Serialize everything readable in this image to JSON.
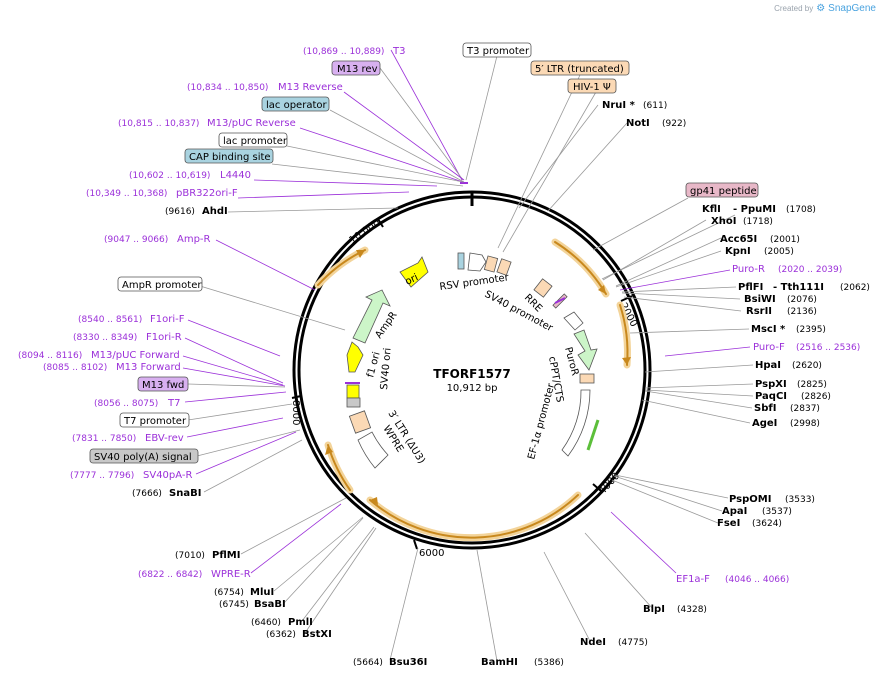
{
  "watermark": {
    "prefix": "Created by",
    "brand": "SnapGene",
    "brand_color": "#4aa3df"
  },
  "plasmid": {
    "name": "TFORF1577",
    "length_label": "10,912 bp",
    "length_bp": 10912
  },
  "colors": {
    "primer": "#9b30d9",
    "primer_box": "#d8b0f0",
    "blue_box": "#a9d3e0",
    "orange_box": "#fbd9b5",
    "grey_box": "#c8c8c8",
    "pink_box": "#e8b8c8",
    "feature_green": "#ccf5c8",
    "feature_yellow": "#ffff00",
    "orange_arc": "#d79b2a"
  },
  "tick_labels": [
    "2000",
    "4000",
    "6000",
    "8000",
    "10,000"
  ],
  "labels": {
    "T3": {
      "name": "T3",
      "range": "(10,869 .. 10,889)"
    },
    "M13rev": {
      "name": "M13 rev"
    },
    "T3promoter": {
      "name": "T3 promoter"
    },
    "LTRtrunc": {
      "name": "5′ LTR (truncated)"
    },
    "HIV1psi": {
      "name": "HIV-1 Ψ"
    },
    "M13Reverse": {
      "name": "M13 Reverse",
      "range": "(10,834 .. 10,850)"
    },
    "lacOperator": {
      "name": "lac operator"
    },
    "NruI": {
      "name": "NruI *",
      "pos": "(611)"
    },
    "M13pUCRev": {
      "name": "M13/pUC Reverse",
      "range": "(10,815 .. 10,837)"
    },
    "NotI": {
      "name": "NotI",
      "pos": "(922)"
    },
    "lacPromoter": {
      "name": "lac promoter"
    },
    "CAP": {
      "name": "CAP binding site"
    },
    "L4440": {
      "name": "L4440",
      "range": "(10,602 .. 10,619)"
    },
    "gp41": {
      "name": "gp41 peptide"
    },
    "pBR322": {
      "name": "pBR322ori-F",
      "range": "(10,349 .. 10,368)"
    },
    "KflI": {
      "name": "KflI",
      "pos": ""
    },
    "PpuMI": {
      "name": "- PpuMI",
      "pos": "(1708)"
    },
    "AhdI": {
      "name": "AhdI",
      "pos": "(9616)"
    },
    "XhoI": {
      "name": "XhoI",
      "pos": "(1718)"
    },
    "Acc65I": {
      "name": "Acc65I",
      "pos": "(2001)"
    },
    "AmpR_primer": {
      "name": "Amp-R",
      "range": "(9047 .. 9066)"
    },
    "KpnI": {
      "name": "KpnI",
      "pos": "(2005)"
    },
    "PuroR_primer": {
      "name": "Puro-R",
      "range": "(2020 .. 2039)"
    },
    "AmpRpromoter": {
      "name": "AmpR promoter"
    },
    "PflFI": {
      "name": "PflFI",
      "pos": ""
    },
    "Tth111I": {
      "name": "- Tth111I",
      "pos": "(2062)"
    },
    "BsiWI": {
      "name": "BsiWI",
      "pos": "(2076)"
    },
    "RsrII": {
      "name": "RsrII",
      "pos": "(2136)"
    },
    "F1oriF": {
      "name": "F1ori-F",
      "range": "(8540 .. 8561)"
    },
    "F1oriR": {
      "name": "F1ori-R",
      "range": "(8330 .. 8349)"
    },
    "MscI": {
      "name": "MscI *",
      "pos": "(2395)"
    },
    "M13pUCFwd": {
      "name": "M13/pUC Forward",
      "range": "(8094 .. 8116)"
    },
    "PuroF": {
      "name": "Puro-F",
      "range": "(2516 .. 2536)"
    },
    "M13Forward": {
      "name": "M13 Forward",
      "range": "(8085 .. 8102)"
    },
    "HpaI": {
      "name": "HpaI",
      "pos": "(2620)"
    },
    "M13fwd": {
      "name": "M13 fwd"
    },
    "PspXI": {
      "name": "PspXI",
      "pos": "(2825)"
    },
    "T7": {
      "name": "T7",
      "range": "(8056 .. 8075)"
    },
    "PaqCI": {
      "name": "PaqCI",
      "pos": "(2826)"
    },
    "SbfI": {
      "name": "SbfI",
      "pos": "(2837)"
    },
    "T7promoter": {
      "name": "T7 promoter"
    },
    "AgeI": {
      "name": "AgeI",
      "pos": "(2998)"
    },
    "EBVrev": {
      "name": "EBV-rev",
      "range": "(7831 .. 7850)"
    },
    "SV40polyA": {
      "name": "SV40 poly(A) signal"
    },
    "SV40pAR": {
      "name": "SV40pA-R",
      "range": "(7777 .. 7796)"
    },
    "SnaBI": {
      "name": "SnaBI",
      "pos": "(7666)"
    },
    "PspOMI": {
      "name": "PspOMI",
      "pos": "(3533)"
    },
    "ApaI": {
      "name": "ApaI",
      "pos": "(3537)"
    },
    "FseI": {
      "name": "FseI",
      "pos": "(3624)"
    },
    "PflMI": {
      "name": "PflMI",
      "pos": "(7010)"
    },
    "WPRER": {
      "name": "WPRE-R",
      "range": "(6822 .. 6842)"
    },
    "EF1aF": {
      "name": "EF1a-F",
      "range": "(4046 .. 4066)"
    },
    "MluI": {
      "name": "MluI",
      "pos": "(6754)"
    },
    "BsaBI": {
      "name": "BsaBI",
      "pos": "(6745)"
    },
    "BlpI": {
      "name": "BlpI",
      "pos": "(4328)"
    },
    "PmlI": {
      "name": "PmlI",
      "pos": "(6460)"
    },
    "BstXI": {
      "name": "BstXI",
      "pos": "(6362)"
    },
    "NdeI": {
      "name": "NdeI",
      "pos": "(4775)"
    },
    "Bsu36I": {
      "name": "Bsu36I",
      "pos": "(5664)"
    },
    "BamHI": {
      "name": "BamHI",
      "pos": "(5386)"
    }
  },
  "features": {
    "RSV": "RSV promoter",
    "SV40prom": "SV40 promoter",
    "RRE": "RRE",
    "PuroR": "PuroR",
    "cPPT": "cPPT/CTS",
    "EF1a": "EF-1α promoter",
    "ori": "ori",
    "AmpR": "AmpR",
    "f1ori": "f1 ori",
    "SV40ori": "SV40 ori",
    "LTR3": "3′ LTR (ΔU3)",
    "WPRE": "WPRE"
  }
}
